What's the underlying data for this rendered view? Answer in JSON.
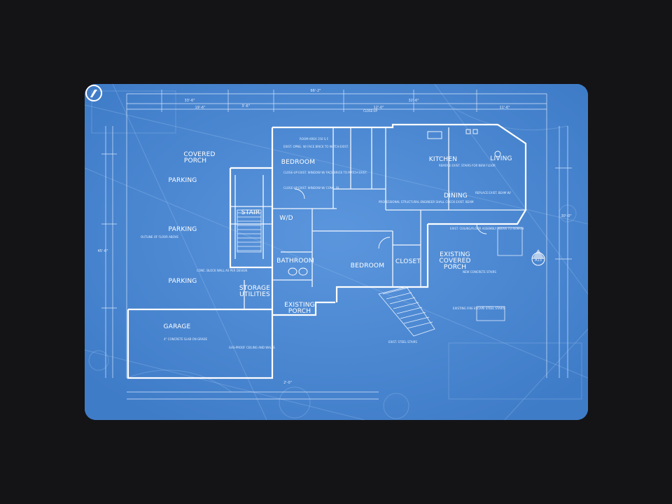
{
  "rooms": [
    {
      "key": "covered_porch_1",
      "text": "COVERED"
    },
    {
      "key": "covered_porch_2",
      "text": "PORCH"
    },
    {
      "key": "parking_1",
      "text": "PARKING"
    },
    {
      "key": "parking_2",
      "text": "PARKING"
    },
    {
      "key": "parking_3",
      "text": "PARKING"
    },
    {
      "key": "stair",
      "text": "STAIR"
    },
    {
      "key": "bedroom_1",
      "text": "BEDROOM"
    },
    {
      "key": "wd",
      "text": "W/D"
    },
    {
      "key": "bathroom",
      "text": "BATHROOM"
    },
    {
      "key": "storage_1",
      "text": "STORAGE"
    },
    {
      "key": "storage_2",
      "text": "UTILITIES"
    },
    {
      "key": "existing_porch_1",
      "text": "EXISTING"
    },
    {
      "key": "existing_porch_2",
      "text": "PORCH"
    },
    {
      "key": "bedroom_2",
      "text": "BEDROOM"
    },
    {
      "key": "closet",
      "text": "CLOSET"
    },
    {
      "key": "kitchen",
      "text": "KITCHEN"
    },
    {
      "key": "living",
      "text": "LIVING"
    },
    {
      "key": "dining",
      "text": "DINING"
    },
    {
      "key": "existing_covered_1",
      "text": "EXISTING"
    },
    {
      "key": "existing_covered_2",
      "text": "COVERED"
    },
    {
      "key": "existing_covered_3",
      "text": "PORCH"
    },
    {
      "key": "garage",
      "text": "GARAGE"
    },
    {
      "key": "room_tag",
      "text": "A13"
    }
  ],
  "notes": {
    "n1": "CLOSE-UP",
    "n2": "EXIST. OPNG. W/ FACE BRICK TO MATCH EXIST.",
    "n3": "CLOSE-UP EXIST. WINDOW W/ FACE BRICK TO MATCH EXIST.",
    "n4": "CLOSE-UP EXIST. WINDOW W/ CONC. BL.",
    "n5": "REMOVE EXIST. STAIRS FOR NEW FLOOR",
    "n6": "REPLACE EXIST. BEAM W/",
    "n7": "EXIST. CEILING/FLOOR ASSEMBLY ABOVE TO REMAIN",
    "n8": "CONC. BLOCK WALL AS PER DESIGN",
    "n9": "4\" CONCRETE SLAB ON GRADE",
    "n10": "GAS-PROOF CEILING AND WALLS",
    "n11": "NEW CONCRETE STAIRS",
    "n12": "EXIST. STEEL STAIRS",
    "n13": "EXISTING FIRE ESCAPE STEEL STAIRS",
    "n14": "ROOM AREA 150 S.F.",
    "n15": "PROFESSIONAL STRUCTURAL ENGINEER SHALL CHECK EXIST. BEAM",
    "n16": "OUTLINE OF FLOOR ABOVE"
  },
  "dims": {
    "d1": "66'-2\"",
    "d2": "33'-6\"",
    "d3": "32'-6\"",
    "d4": "45'-6\"",
    "d5": "30'-0\"",
    "d6": "19'-6\"",
    "d7": "12'-0\"",
    "d8": "11'-6\"",
    "d9": "3'-6\"",
    "d10": "2'-0\""
  }
}
